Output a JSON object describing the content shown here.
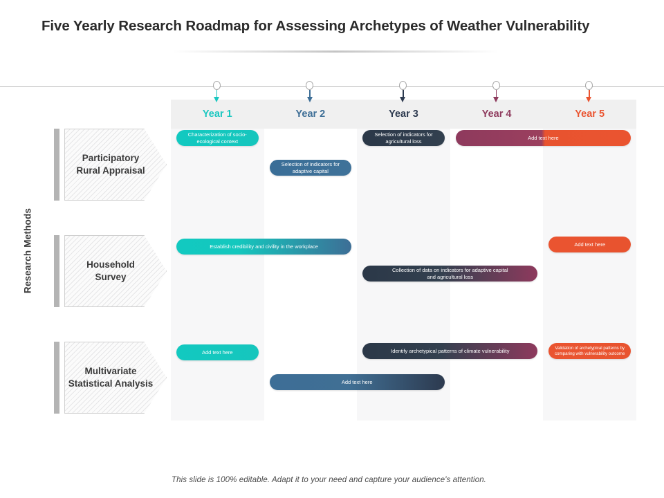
{
  "slide": {
    "title": "Five Yearly Research Roadmap for Assessing Archetypes of Weather Vulnerability",
    "footer": "This slide is 100% editable. Adapt it to your need and capture your audience's attention.",
    "axis_label": "Research Methods"
  },
  "palette": {
    "teal": "#12c9c0",
    "steel_blue": "#3d6e96",
    "navy": "#2d3a4f",
    "maroon": "#8e3a5d",
    "orange": "#ea5430",
    "band_tint": "#f7f7f8",
    "header_band": "#f0f0f0",
    "method_bar": "#b4b4b4"
  },
  "columns": [
    {
      "label": "Year 1",
      "color": "#19c7c0",
      "band": "tinted"
    },
    {
      "label": "Year 2",
      "color": "#3d6e96",
      "band": "plain"
    },
    {
      "label": "Year 3",
      "color": "#2d3a4f",
      "band": "tinted"
    },
    {
      "label": "Year 4",
      "color": "#8e3a5d",
      "band": "plain"
    },
    {
      "label": "Year 5",
      "color": "#ea5430",
      "band": "tinted"
    }
  ],
  "markers": [
    {
      "icon": "circle-marker",
      "arrow_color": "#19c7c0"
    },
    {
      "icon": "circle-marker",
      "arrow_color": "#3d6e96"
    },
    {
      "icon": "circle-marker",
      "arrow_color": "#2d3a4f"
    },
    {
      "icon": "circle-marker",
      "arrow_color": "#8e3a5d"
    },
    {
      "icon": "circle-marker",
      "arrow_color": "#ea5430"
    }
  ],
  "methods": [
    {
      "label": "Participatory\nRural Appraisal"
    },
    {
      "label": "Household\nSurvey"
    },
    {
      "label": "Multivariate\nStatistical Analysis"
    }
  ],
  "tasks": [
    {
      "row": 1,
      "text": "Characterization of socio-\necological context",
      "start_year": 1,
      "span_years": 1,
      "gradient": "linear-gradient(to right, #12c9c0 0%, #16c6bd 100%)",
      "font_size": 7.5
    },
    {
      "row": 1,
      "text": "Selection of indicators for\nadaptive capital",
      "start_year": 2,
      "span_years": 1,
      "gradient": "linear-gradient(to right, #3a6e97 0%, #3f7299 100%)",
      "font_size": 7.5
    },
    {
      "row": 1,
      "text": "Selection of indicators for\nagricultural loss",
      "start_year": 3,
      "span_years": 1,
      "gradient": "linear-gradient(to right, #2b3848 0%, #32404f 100%)",
      "font_size": 7.5
    },
    {
      "row": 1,
      "text": "Add text here",
      "start_year": 4,
      "span_years": 2,
      "gradient": "linear-gradient(to right, #8e3a5d 0%, #9b3f5e 49%, #e8532f 51%, #ea5430 100%)",
      "font_size": 7.5
    },
    {
      "row": 2,
      "text": "Establish credibility and civility in the workplace",
      "start_year": 1,
      "span_years": 2,
      "gradient": "linear-gradient(to right, #12c9c0 0%, #14c8be 35%, #3d6e96 100%)",
      "font_size": 7.5
    },
    {
      "row": 2,
      "text": "Collection of data on indicators for adaptive capital\nand agricultural loss",
      "start_year": 3,
      "span_years": 2,
      "gradient": "linear-gradient(to right, #2b3848 0%, #33404f 45%, #8e3a5d 100%)",
      "font_size": 7.5
    },
    {
      "row": 2,
      "text": "Add text here",
      "start_year": 5,
      "span_years": 1,
      "gradient": "linear-gradient(to right, #ea5430 0%, #e8532f 100%)",
      "font_size": 7.5
    },
    {
      "row": 3,
      "text": "Add text here",
      "start_year": 1,
      "span_years": 1,
      "gradient": "linear-gradient(to right, #12c9c0 0%, #16c6bd 100%)",
      "font_size": 7.5
    },
    {
      "row": 3,
      "text": "Add text here",
      "start_year": 2,
      "span_years": 2,
      "gradient": "linear-gradient(to right, #3d6e96 0%, #406f94 45%, #2d3a4f 100%)",
      "font_size": 7.5
    },
    {
      "row": 3,
      "text": "Identify archetypical patterns of climate vulnerability",
      "start_year": 3,
      "span_years": 2,
      "gradient": "linear-gradient(to right, #2b3848 0%, #33404f 45%, #8e3a5d 100%)",
      "font_size": 7.5
    },
    {
      "row": 3,
      "text": "Validation of archetypical patterns by\ncomparing with vulnerability outcome",
      "start_year": 5,
      "span_years": 1,
      "gradient": "linear-gradient(to right, #ea5430 0%, #e8532f 100%)",
      "font_size": 6.2
    }
  ]
}
